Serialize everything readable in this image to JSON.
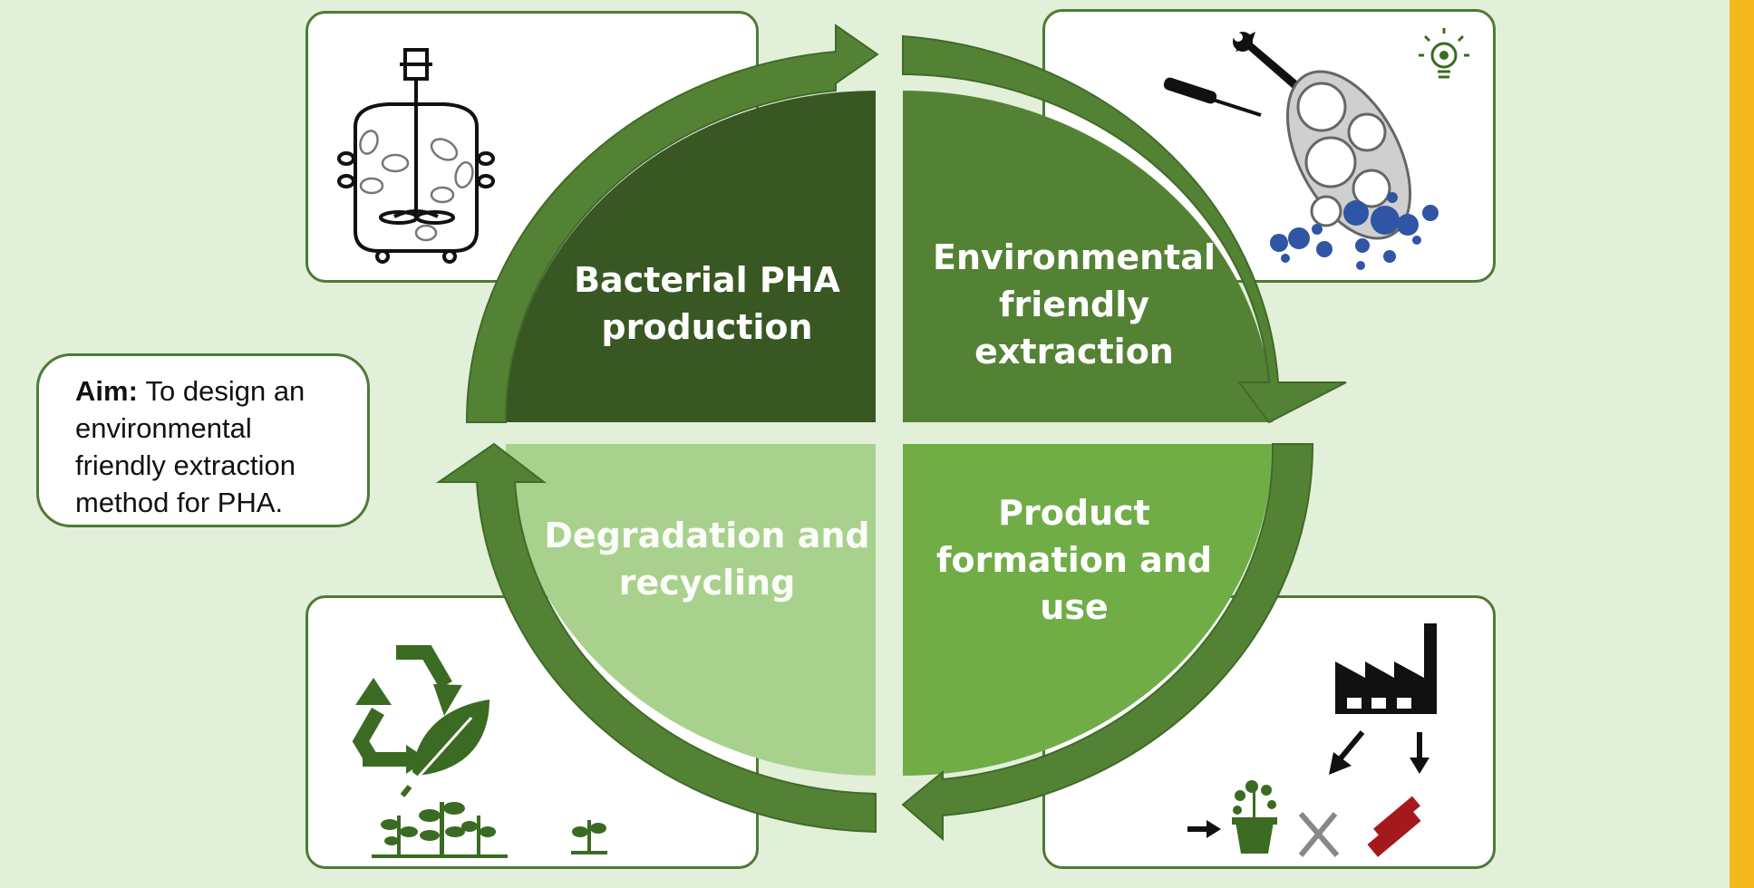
{
  "cycle": {
    "top_left": "Bacterial PHA production",
    "top_right": "Environmental friendly extraction",
    "bottom_right": "Product formation and use",
    "bottom_left": "Degradation and recycling"
  },
  "aim": {
    "label": "Aim:",
    "text": "To design an environmental friendly extraction method for PHA."
  },
  "icons": {
    "top_left": "bioreactor-icon",
    "top_right": "cell-extraction-tools-icon",
    "bottom_right": "factory-products-icon",
    "bottom_left": "recycle-leaf-plants-icon"
  },
  "colors": {
    "background": "#e2efd9",
    "quadrant_top_left": "#385723",
    "quadrant_top_right": "#548235",
    "quadrant_bottom_right": "#70ad47",
    "quadrant_bottom_left": "#a9d18e",
    "accent_bar": "#f5b81d"
  }
}
